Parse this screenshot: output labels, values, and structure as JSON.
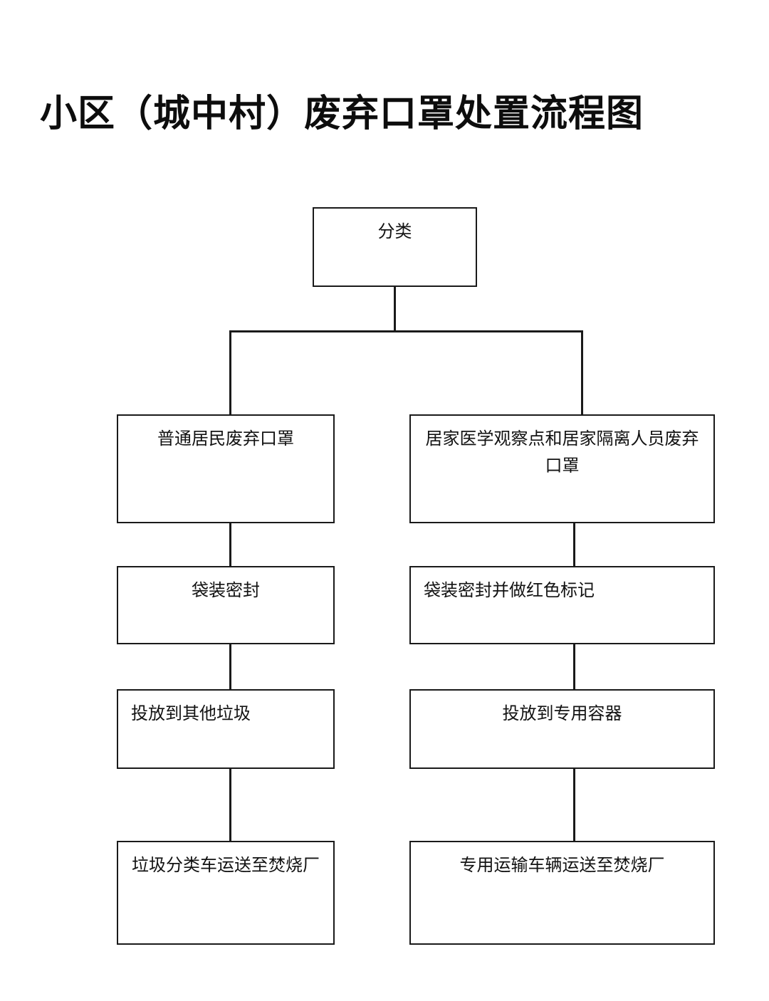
{
  "title": "小区（城中村）废弃口罩处置流程图",
  "diagram": {
    "root": {
      "label": "分类"
    },
    "branches": {
      "left": {
        "steps": [
          "普通居民废弃口罩",
          "袋装密封",
          "投放到其他垃圾",
          "垃圾分类车运送至焚烧厂"
        ]
      },
      "right": {
        "steps": [
          "居家医学观察点和居家隔离人员废弃口罩",
          "袋装密封并做红色标记",
          "投放到专用容器",
          "专用运输车辆运送至焚烧厂"
        ]
      }
    }
  },
  "colors": {
    "background": "#ffffff",
    "border": "#1a1a1a",
    "text": "#121212",
    "title": "#0d0d0d"
  }
}
